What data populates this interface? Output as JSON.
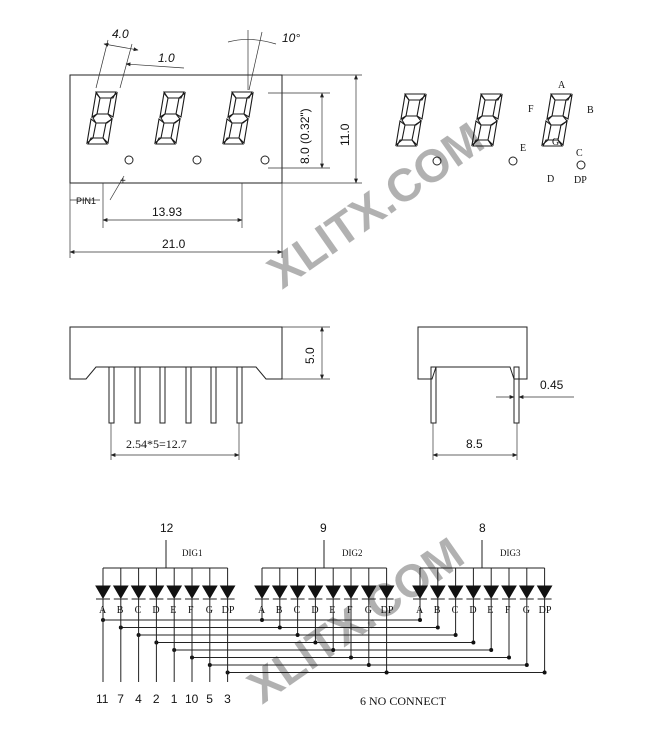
{
  "front_view": {
    "dim_pitch": "4.0",
    "dim_seg_offset": "1.0",
    "dim_angle": "10°",
    "dim_digit_height": "8.0 (0.32\")",
    "dim_height": "11.0",
    "dim_pin_span": "13.93",
    "dim_width": "21.0",
    "pin1_label": "PIN1"
  },
  "segment_labels": {
    "a": "A",
    "b": "B",
    "c": "C",
    "d": "D",
    "e": "E",
    "f": "F",
    "g": "G",
    "dp": "DP"
  },
  "side_view": {
    "dim_body_height": "5.0",
    "dim_pin_pitch": "2.54*5=12.7",
    "dim_pin_width": "0.45",
    "dim_depth": "8.5"
  },
  "schematic": {
    "digits": [
      {
        "name": "DIG1",
        "common_pin": "12"
      },
      {
        "name": "DIG2",
        "common_pin": "9"
      },
      {
        "name": "DIG3",
        "common_pin": "8"
      }
    ],
    "segments": [
      "A",
      "B",
      "C",
      "D",
      "E",
      "F",
      "G",
      "DP"
    ],
    "segment_pins": [
      "11",
      "7",
      "4",
      "2",
      "1",
      "10",
      "5",
      "3"
    ],
    "note": "6 NO CONNECT"
  },
  "watermark": "XLITX.COM"
}
